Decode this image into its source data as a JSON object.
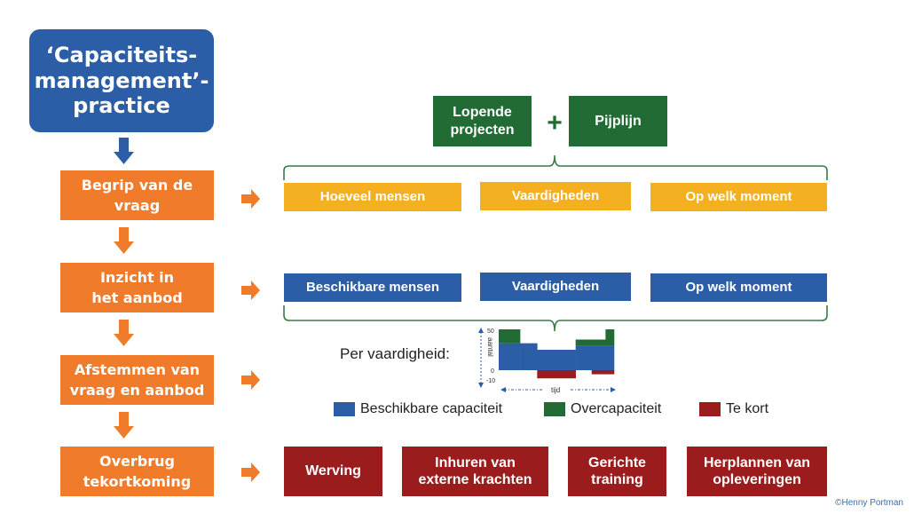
{
  "title": "‘Capaciteits-\nmanagement’-\npractice",
  "steps": [
    {
      "label": "Begrip van de\nvraag"
    },
    {
      "label": "Inzicht in\nhet aanbod"
    },
    {
      "label": "Afstemmen van\nvraag en aanbod"
    },
    {
      "label": "Overbrug\ntekortkoming"
    }
  ],
  "sources": {
    "left": "Lopende\nprojecten",
    "operator": "+",
    "right": "Pijplijn"
  },
  "demand": [
    "Hoeveel mensen",
    "Vaardigheden",
    "Op welk moment"
  ],
  "supply": [
    "Beschikbare mensen",
    "Vaardigheden",
    "Op welk moment"
  ],
  "matching": {
    "label": "Per vaardigheid:"
  },
  "actions": [
    "Werving",
    "Inhuren van\nexterne krachten",
    "Gerichte\ntraining",
    "Herplannen van\nopleveringen"
  ],
  "legend": [
    {
      "label": "Beschikbare capaciteit",
      "color": "#2c5ea8"
    },
    {
      "label": "Overcapaciteit",
      "color": "#236b34"
    },
    {
      "label": "Te kort",
      "color": "#9b1c1c"
    }
  ],
  "colors": {
    "title_blue": "#2c5ea8",
    "step_orange": "#f07b2a",
    "source_green": "#236b34",
    "demand_yellow": "#f5b021",
    "supply_blue": "#2c5ea8",
    "action_red": "#9b1c1c",
    "brace_green": "#3a7a46"
  },
  "copyright": "©Henny Portman",
  "chart_data": {
    "type": "area",
    "title": "",
    "xlabel": "tijd",
    "ylabel": "aantal",
    "yticks": [
      "50",
      "0",
      "-10"
    ],
    "ylim": [
      -10,
      50
    ],
    "x_segments": [
      0,
      1,
      2,
      3,
      4,
      5
    ],
    "segment_widths": [
      1.0,
      0.8,
      1.8,
      0.75,
      0.65,
      0.4
    ],
    "series": [
      {
        "name": "Beschikbare capaciteit",
        "color": "#2c5ea8",
        "values": [
          33,
          33,
          25,
          30,
          30,
          30
        ]
      },
      {
        "name": "Overcapaciteit",
        "color": "#236b34",
        "values": [
          17,
          0,
          0,
          7.5,
          7.5,
          20
        ]
      },
      {
        "name": "Te kort",
        "color": "#9b1c1c",
        "values": [
          0,
          0,
          -10,
          0,
          -5,
          -5
        ]
      }
    ],
    "grid": false,
    "legend": "bottom"
  }
}
